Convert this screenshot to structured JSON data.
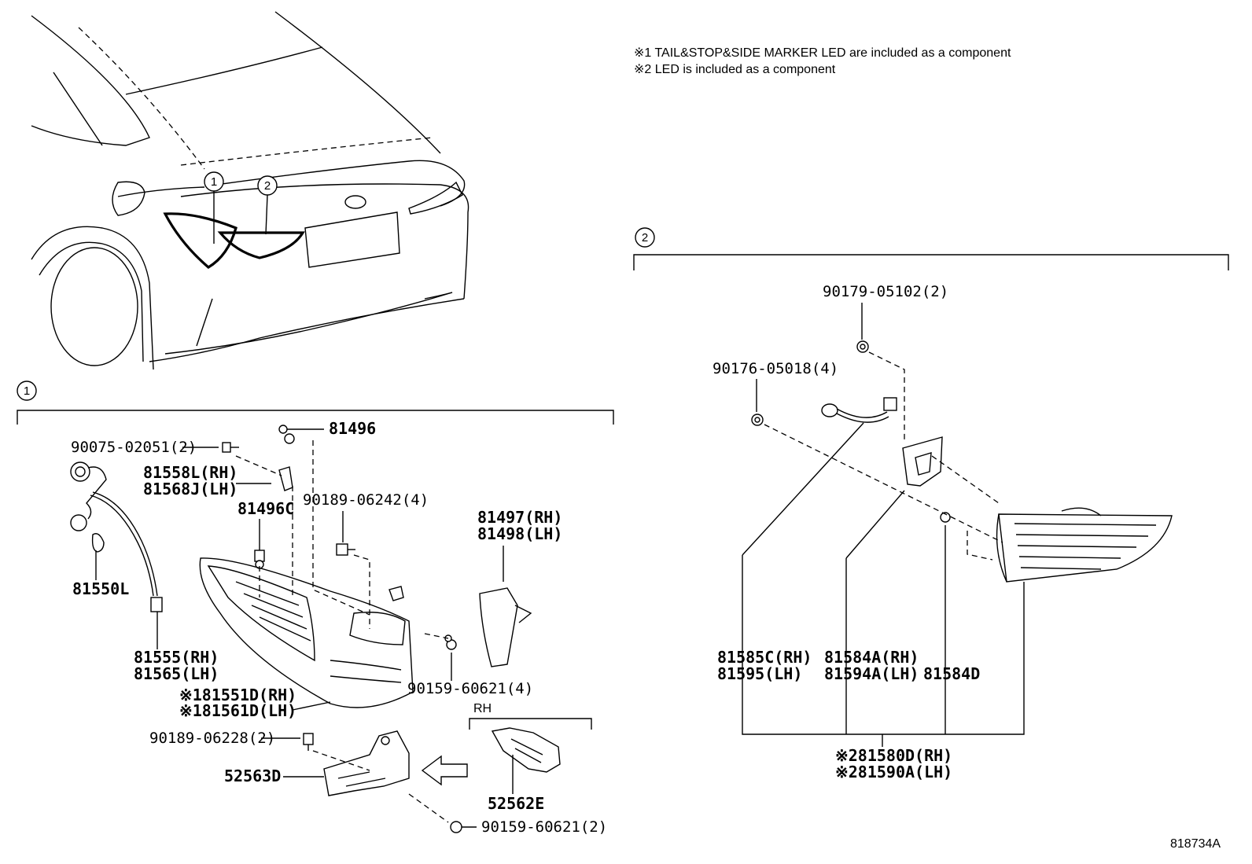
{
  "notes": [
    "※1 TAIL&STOP&SIDE MARKER LED are included as a component",
    "※2 LED is included as a component"
  ],
  "callouts": {
    "c1": "1",
    "c2": "2",
    "g1": "1",
    "g2": "2"
  },
  "group1_parts": {
    "p90075": "90075-02051(2)",
    "p81496": "81496",
    "p81558": "81558L(RH)",
    "p81568": "81568J(LH)",
    "p81496c": "81496C",
    "p90189a": "90189-06242(4)",
    "p81497": "81497(RH)",
    "p81498": "81498(LH)",
    "p81550": "81550L",
    "p81555": "81555(RH)",
    "p81565": "81565(LH)",
    "p81551": "※181551D(RH)",
    "p81561": "※181561D(LH)",
    "p90159a": "90159-60621(4)",
    "p90189b": "90189-06228(2)",
    "p52563": "52563D",
    "p52562": "52562E",
    "p90159b": "90159-60621(2)",
    "rh": "RH"
  },
  "group2_parts": {
    "p90179": "90179-05102(2)",
    "p90176": "90176-05018(4)",
    "p81585": "81585C(RH)",
    "p81595": "81595(LH)",
    "p81584a": "81584A(RH)",
    "p81594a": "81594A(LH)",
    "p81584d": "81584D",
    "p81580": "※281580D(RH)",
    "p81590": "※281590A(LH)"
  },
  "diagram_id": "818734A"
}
